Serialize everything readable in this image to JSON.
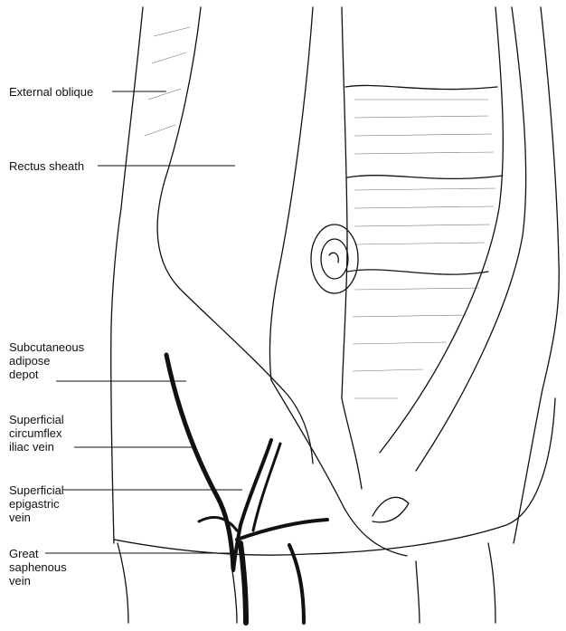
{
  "figure": {
    "ink_color": "#111111",
    "background": "#ffffff",
    "labels": [
      {
        "id": "external-oblique",
        "text": "External oblique"
      },
      {
        "id": "rectus-sheath",
        "text": "Rectus sheath"
      },
      {
        "id": "subcutaneous-adipose-depot",
        "text": "Subcutaneous\nadipose\ndepot"
      },
      {
        "id": "superficial-circumflex-iliac-vein",
        "text": "Superficial\ncircumflex\niliac vein"
      },
      {
        "id": "superficial-epigastric-vein",
        "text": "Superficial\nepigastric\nvein"
      },
      {
        "id": "great-saphenous-vein",
        "text": "Great\nsaphenous\nvein"
      }
    ]
  }
}
